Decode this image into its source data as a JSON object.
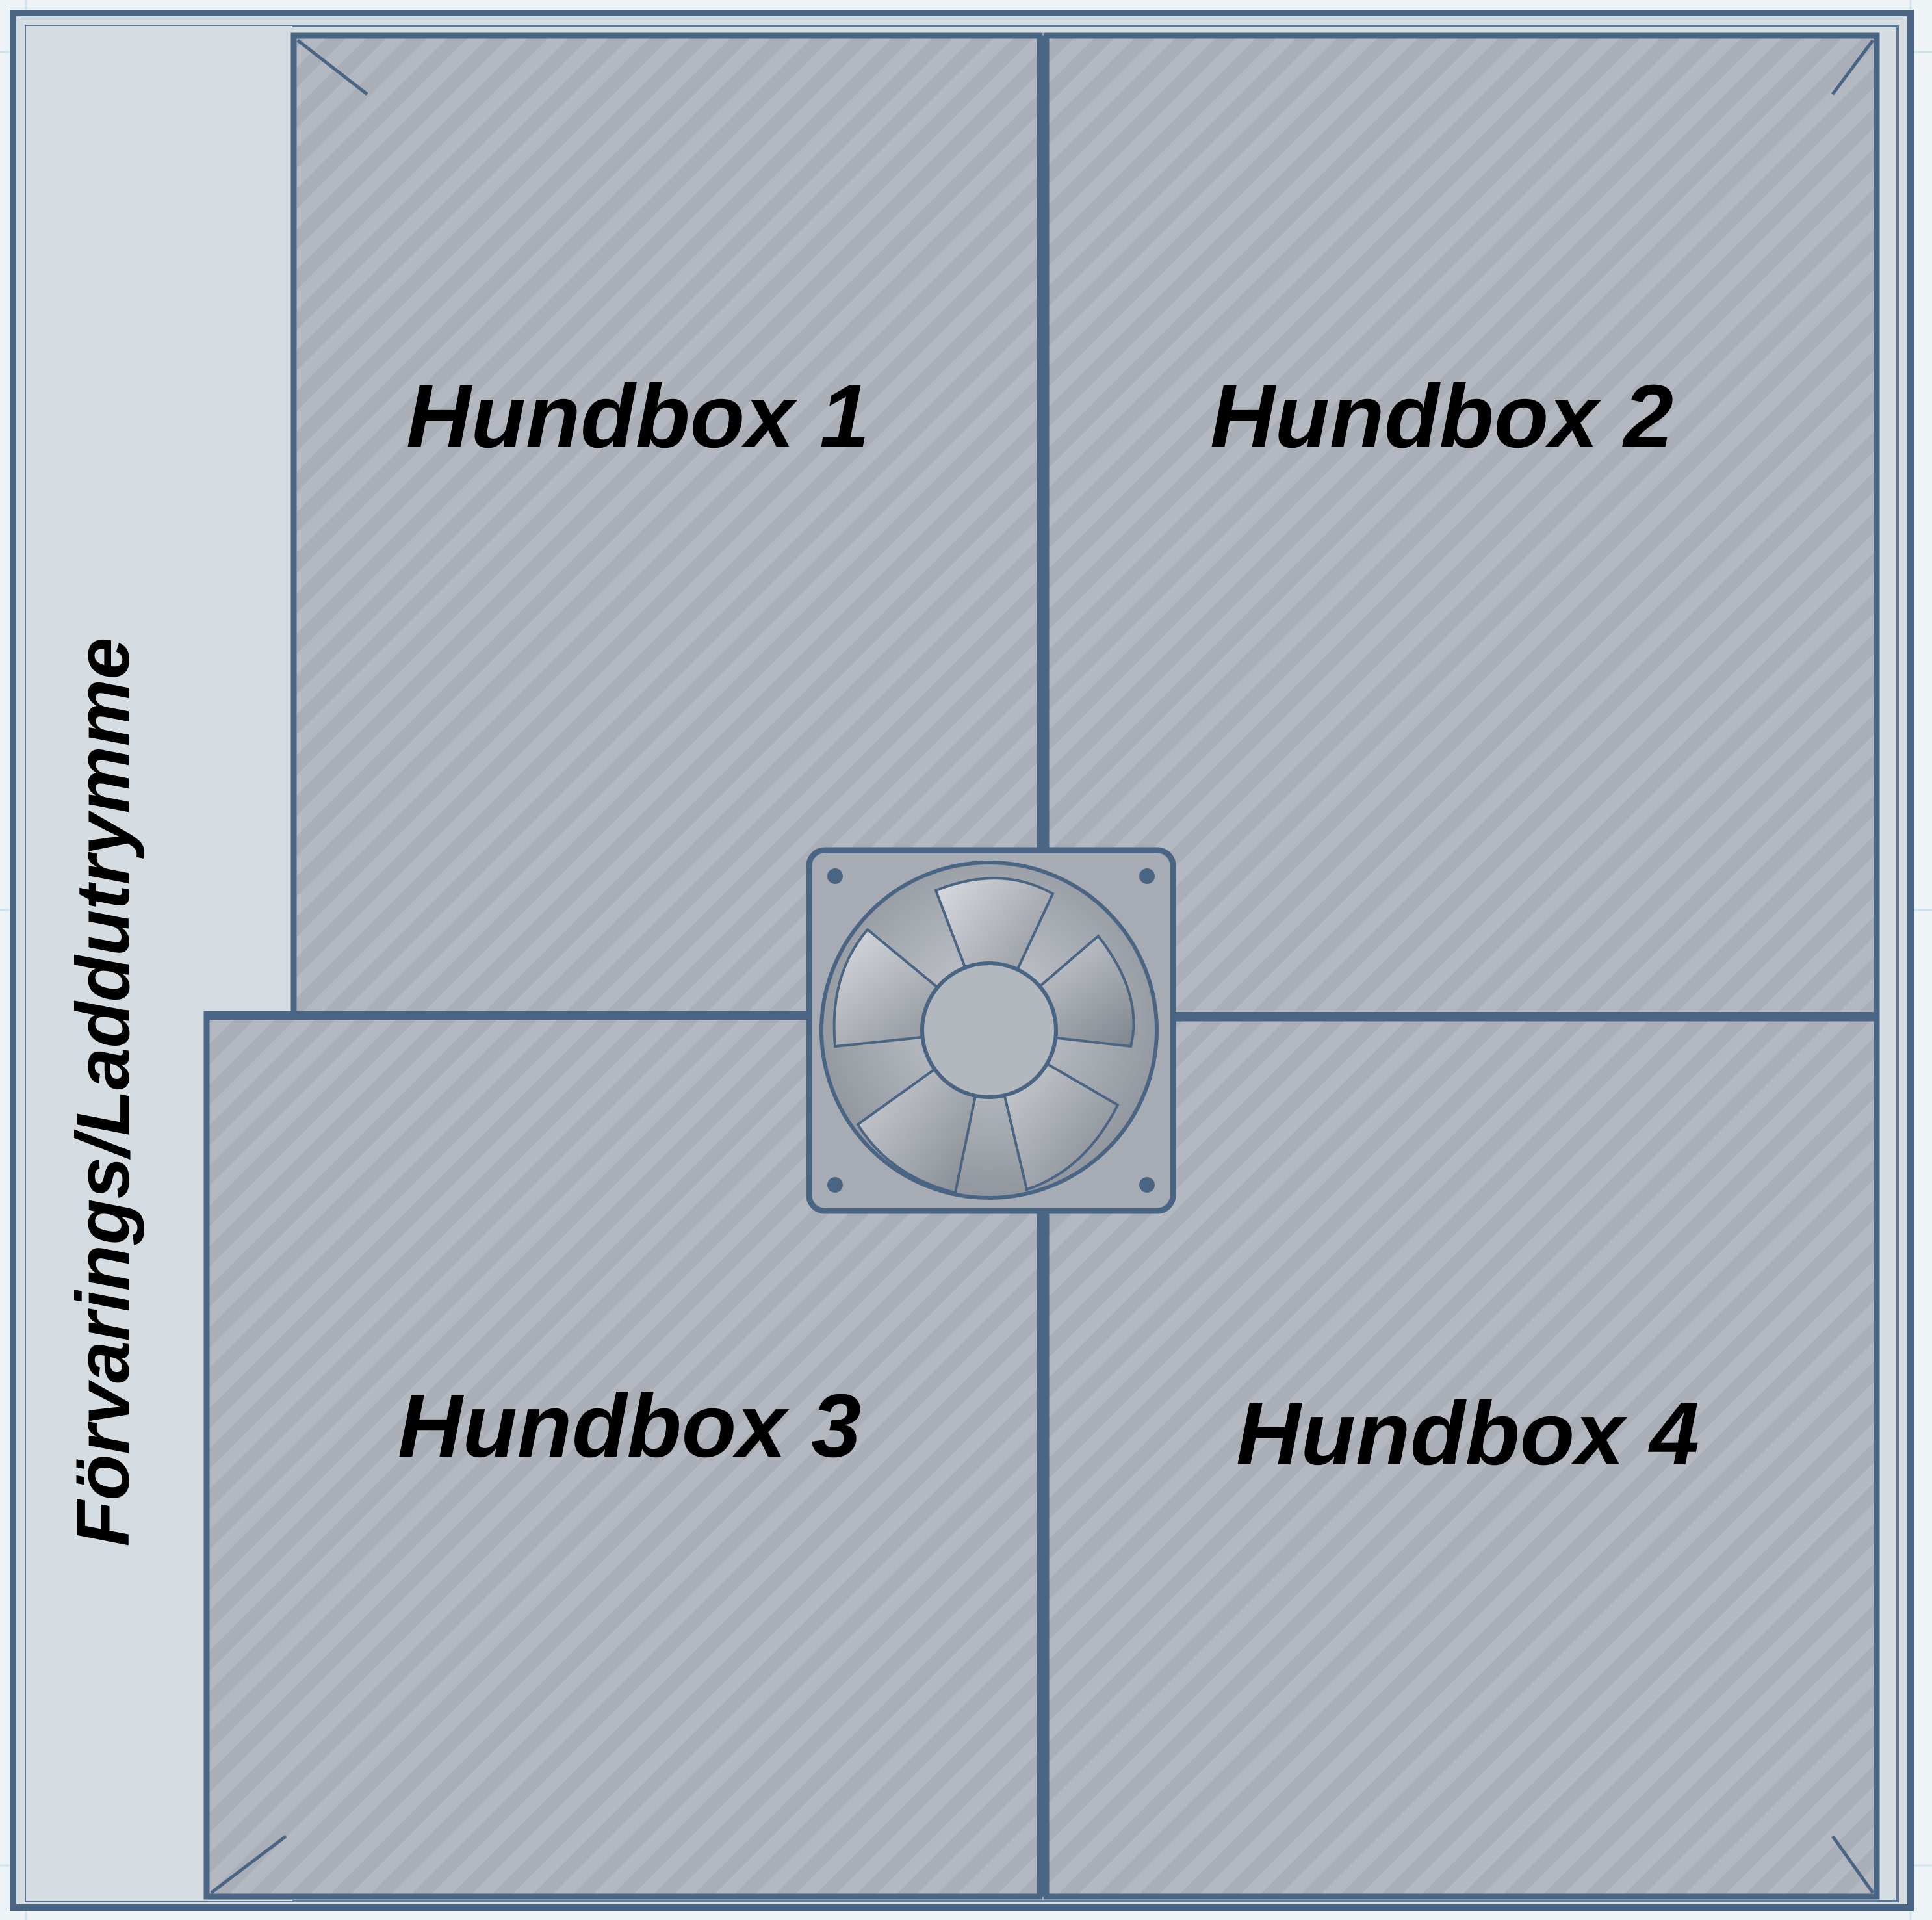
{
  "diagram": {
    "storage_label": "Förvarings/Laddutrymme",
    "boxes": [
      {
        "label": "Hundbox 1"
      },
      {
        "label": "Hundbox 2"
      },
      {
        "label": "Hundbox 3"
      },
      {
        "label": "Hundbox 4"
      }
    ],
    "fan": {
      "icon": "fan-icon"
    }
  },
  "colors": {
    "outline": "#4a6584",
    "box_fill": "#b4b8c0",
    "storage_fill": "#d5dde2",
    "background": "#eef3f6",
    "label": "#000000"
  }
}
